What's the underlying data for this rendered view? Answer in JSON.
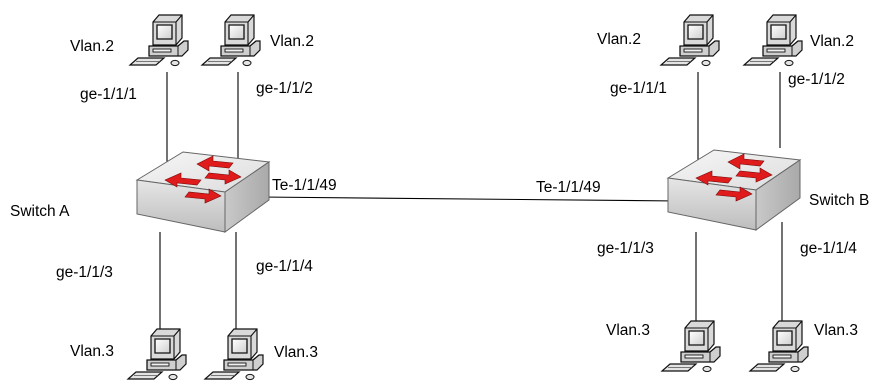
{
  "switches": [
    {
      "name": "Switch A"
    },
    {
      "name": "Switch B"
    }
  ],
  "trunk": {
    "left_port": "Te-1/1/49",
    "right_port": "Te-1/1/49"
  },
  "hosts": [
    {
      "vlan": "Vlan.2",
      "port": "ge-1/1/1"
    },
    {
      "vlan": "Vlan.2",
      "port": "ge-1/1/2"
    },
    {
      "vlan": "Vlan.3",
      "port": "ge-1/1/3"
    },
    {
      "vlan": "Vlan.3",
      "port": "ge-1/1/4"
    },
    {
      "vlan": "Vlan.2",
      "port": "ge-1/1/1"
    },
    {
      "vlan": "Vlan.2",
      "port": "ge-1/1/2"
    },
    {
      "vlan": "Vlan.3",
      "port": "ge-1/1/3"
    },
    {
      "vlan": "Vlan.3",
      "port": "ge-1/1/4"
    }
  ],
  "colors": {
    "arrow": "#e01b1b",
    "switch_top": "#e9e9e9",
    "switch_front": "#d3d3d3",
    "switch_side": "#b8b8b8",
    "line": "#000000"
  },
  "icons": {
    "switch": "network-switch-icon",
    "host": "desktop-computer-icon"
  }
}
